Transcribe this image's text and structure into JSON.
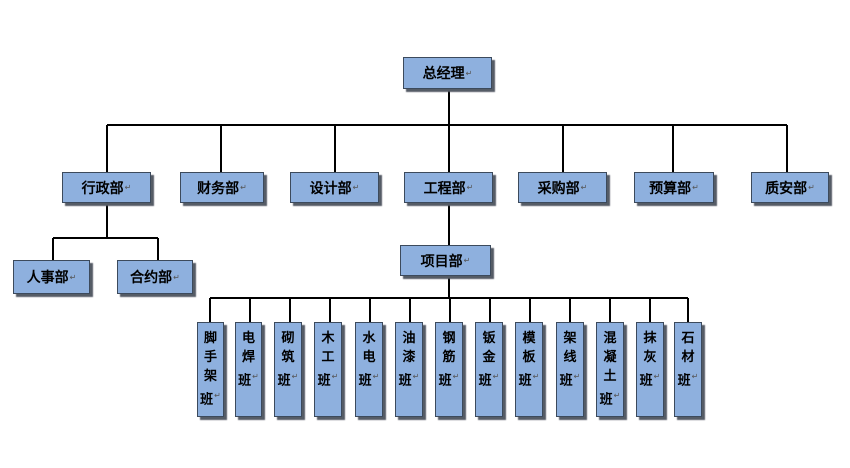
{
  "org_chart": {
    "top": {
      "label": "总经理",
      "mark": "↵"
    },
    "departments": [
      {
        "label": "行政部",
        "mark": "↵"
      },
      {
        "label": "财务部",
        "mark": "↵"
      },
      {
        "label": "设计部",
        "mark": "↵"
      },
      {
        "label": "工程部",
        "mark": "↵"
      },
      {
        "label": "采购部",
        "mark": "↵"
      },
      {
        "label": "预算部",
        "mark": "↵"
      },
      {
        "label": "质安部",
        "mark": "↵"
      }
    ],
    "admin_subunits": [
      {
        "label": "人事部",
        "mark": "↵"
      },
      {
        "label": "合约部",
        "mark": "↵"
      }
    ],
    "project_dept": {
      "label": "项目部",
      "mark": "↵"
    },
    "teams": [
      {
        "chars": [
          "脚",
          "手",
          "架",
          "班"
        ],
        "mark": "↵"
      },
      {
        "chars": [
          "电",
          "焊",
          "班"
        ],
        "mark": "↵"
      },
      {
        "chars": [
          "砌",
          "筑",
          "班"
        ],
        "mark": "↵"
      },
      {
        "chars": [
          "木",
          "工",
          "班"
        ],
        "mark": "↵"
      },
      {
        "chars": [
          "水",
          "电",
          "班"
        ],
        "mark": "↵"
      },
      {
        "chars": [
          "油",
          "漆",
          "班"
        ],
        "mark": "↵"
      },
      {
        "chars": [
          "钢",
          "筋",
          "班"
        ],
        "mark": "↵"
      },
      {
        "chars": [
          "钣",
          "金",
          "班"
        ],
        "mark": "↵"
      },
      {
        "chars": [
          "模",
          "板",
          "班"
        ],
        "mark": "↵"
      },
      {
        "chars": [
          "架",
          "线",
          "班"
        ],
        "mark": "↵"
      },
      {
        "chars": [
          "混",
          "凝",
          "土",
          "班"
        ],
        "mark": "↵"
      },
      {
        "chars": [
          "抹",
          "灰",
          "班"
        ],
        "mark": "↵"
      },
      {
        "chars": [
          "石",
          "材",
          "班"
        ],
        "mark": "↵"
      }
    ]
  },
  "colors": {
    "box_fill": "#8eb0de",
    "box_border": "#3c4a5c",
    "connector": "#000000"
  }
}
